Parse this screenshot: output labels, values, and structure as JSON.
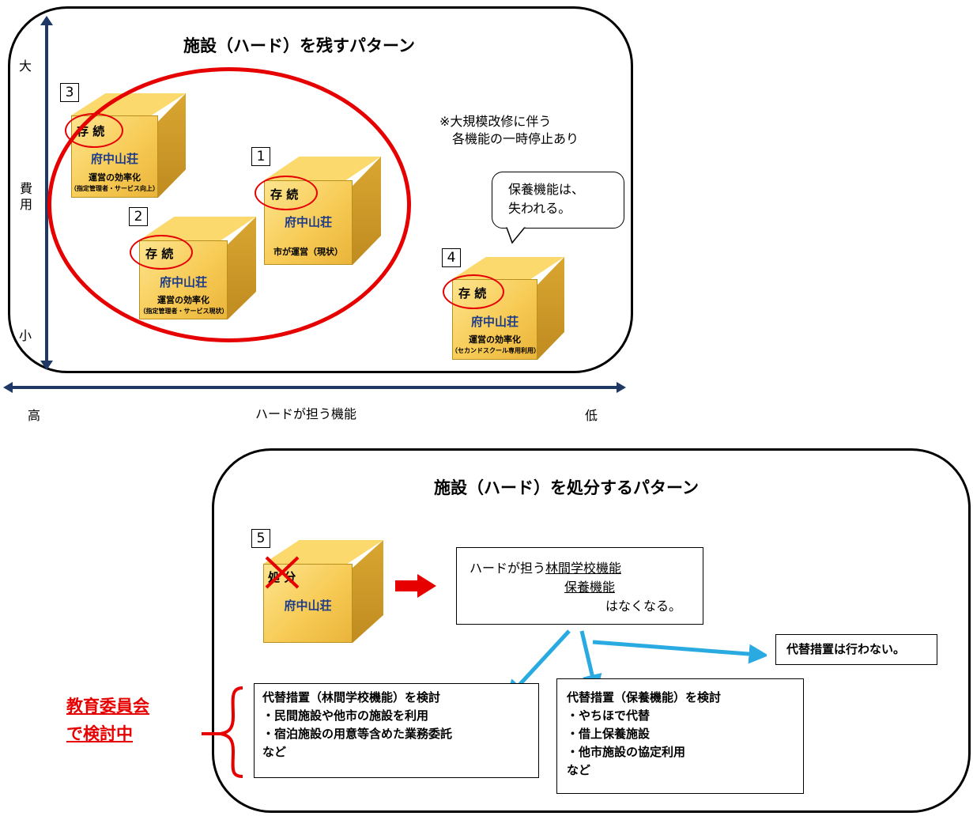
{
  "top": {
    "title": "施設（ハード）を残すパターン",
    "y_axis": {
      "label": "費用",
      "high": "大",
      "low": "小"
    },
    "x_axis": {
      "label": "ハードが担う機能",
      "left": "高",
      "right": "低"
    },
    "note": [
      "※大規模改修に伴う",
      "各機能の一時停止あり"
    ],
    "bubble": [
      "保養機能は、",
      "失われる。"
    ],
    "options": [
      {
        "num": "1",
        "status": "存 続",
        "name": "府中山荘",
        "sub": "市が運営（現状）",
        "sub2": ""
      },
      {
        "num": "2",
        "status": "存 続",
        "name": "府中山荘",
        "sub": "運営の効率化",
        "sub2": "（指定管理者・サービス現状）"
      },
      {
        "num": "3",
        "status": "存 続",
        "name": "府中山荘",
        "sub": "運営の効率化",
        "sub2": "（指定管理者・サービス向上）"
      },
      {
        "num": "4",
        "status": "存 続",
        "name": "府中山荘",
        "sub": "運営の効率化",
        "sub2": "（セカンドスクール専用利用）"
      }
    ]
  },
  "bottom": {
    "title": "施設（ハード）を処分するパターン",
    "option": {
      "num": "5",
      "status": "処 分",
      "name": "府中山荘"
    },
    "result": {
      "prefix": "ハードが担う",
      "item1": "林間学校機能",
      "item2": "保養機能",
      "suffix": "はなくなる。"
    },
    "no_alt": "代替措置は行わない。",
    "alt_forest": {
      "title": "代替措置（林間学校機能）を検討",
      "items": [
        "・民間施設や他市の施設を利用",
        "・宿泊施設の用意等含めた業務委託"
      ],
      "etc": "など"
    },
    "alt_health": {
      "title": "代替措置（保養機能）を検討",
      "items": [
        "・やちほで代替",
        "・借上保養施設",
        "・他市施設の協定利用"
      ],
      "etc": "など"
    },
    "education": {
      "line1": "教育委員会",
      "line2": "で検討中"
    }
  },
  "colors": {
    "accent_red": "#e60000",
    "axis_navy": "#1f3864",
    "arrow_blue": "#29abe2",
    "cube_gold": "#f7cb55"
  }
}
